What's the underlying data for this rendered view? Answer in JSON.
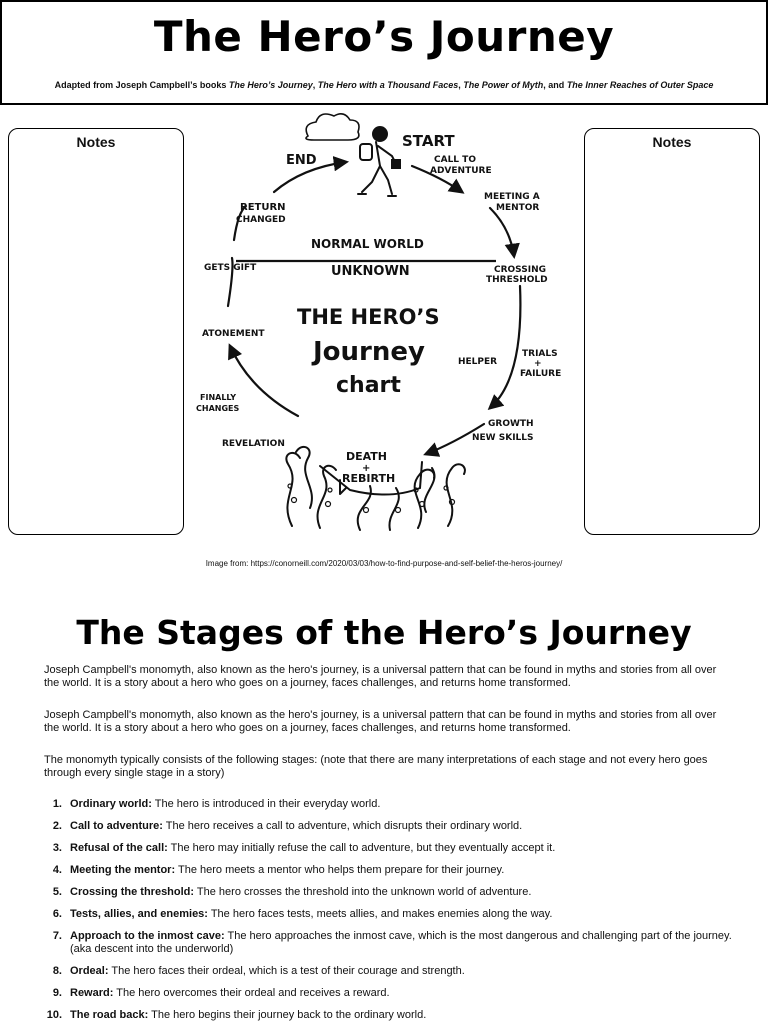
{
  "header": {
    "title": "The Hero’s Journey",
    "subtitle_prefix": "Adapted from Joseph Campbell’s books ",
    "book1": "The Hero’s Journey",
    "sep1": ", ",
    "book2": "The Hero with a Thousand Faces",
    "sep2": ", ",
    "book3": "The Power of Myth",
    "sep3": ", and ",
    "book4": "The Inner Reaches of Outer Space"
  },
  "notes": {
    "left_label": "Notes",
    "right_label": "Notes"
  },
  "chart": {
    "start": "START",
    "call_1": "CALL TO",
    "call_2": "ADVENTURE",
    "mentor_1": "MEETING A",
    "mentor_2": "MENTOR",
    "crossing_1": "CROSSING",
    "crossing_2": "THRESHOLD",
    "trials_1": "TRIALS",
    "trials_2": "+",
    "trials_3": "FAILURE",
    "helper": "HELPER",
    "growth_1": "GROWTH",
    "growth_2": "NEW SKILLS",
    "death_1": "DEATH",
    "death_2": "+",
    "death_3": "REBIRTH",
    "revelation": "REVELATION",
    "finally_1": "FINALLY",
    "finally_2": "CHANGES",
    "atonement": "ATONEMENT",
    "gift": "GETS GIFT",
    "return_1": "RETURN",
    "return_2": "CHANGED",
    "end": "END",
    "normal_world": "NORMAL WORLD",
    "unknown": "UNKNOWN",
    "center_1": "THE HERO’S",
    "center_2": "Journey",
    "center_3": "chart"
  },
  "image_credit": "Image from:  https://conorneill.com/2020/03/03/how-to-find-purpose-and-self-belief-the-heros-journey/",
  "stages_title": "The Stages of the Hero’s Journey",
  "paragraphs": {
    "p1": "Joseph Campbell's monomyth, also known as the hero's journey, is a universal pattern that can be found in myths and stories from all over the world. It is a story about a hero who goes on a journey, faces challenges, and returns home transformed.",
    "p2": "Joseph Campbell's monomyth, also known as the hero's journey, is a universal pattern that can be found in myths and stories from all over the world. It is a story about a hero who goes on a journey, faces challenges, and returns home transformed.",
    "p3": "The monomyth typically consists of the following stages:  (note that there are many interpretations of each stage and not every hero goes through every single stage in a story)"
  },
  "stages": [
    {
      "num": "1.",
      "term": "Ordinary world:",
      "desc": "  The hero is introduced in their everyday world."
    },
    {
      "num": "2.",
      "term": "Call to adventure:",
      "desc": "  The hero receives a call to adventure, which disrupts their ordinary world."
    },
    {
      "num": "3.",
      "term": "Refusal of the call:",
      "desc": "  The hero may initially refuse the call to adventure, but they eventually accept it."
    },
    {
      "num": "4.",
      "term": "Meeting the mentor:",
      "desc": "  The hero meets a mentor who helps them prepare for their journey."
    },
    {
      "num": "5.",
      "term": "Crossing the threshold:",
      "desc": "  The hero crosses the threshold into the unknown world of adventure."
    },
    {
      "num": "6.",
      "term": "Tests, allies, and enemies:",
      "desc": "  The hero faces tests, meets allies, and makes enemies along the way."
    },
    {
      "num": "7.",
      "term": "Approach to the inmost cave:",
      "desc": "  The hero approaches the inmost cave, which is the most dangerous and challenging part of the journey. (aka descent into the underworld)"
    },
    {
      "num": "8.",
      "term": "Ordeal:",
      "desc": "  The hero faces their ordeal, which is a test of their courage and strength."
    },
    {
      "num": "9.",
      "term": "Reward:",
      "desc": "  The hero overcomes their ordeal and receives a reward."
    },
    {
      "num": "10.",
      "term": "The road back:",
      "desc": "  The hero begins their journey back to the ordinary world."
    }
  ]
}
